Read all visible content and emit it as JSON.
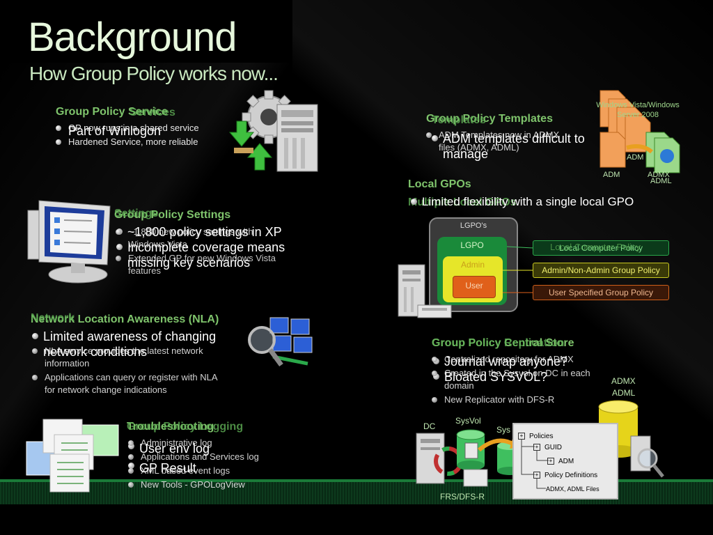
{
  "slide": {
    "title": "Background",
    "subtitle": "How Group Policy works now..."
  },
  "gp_service": {
    "heading": "Group Policy Service",
    "overlay_heading": "Services",
    "overlay_bullet": "Part of Winlogon",
    "bullets": [
      "GP now runs in a shared service",
      "Hardened Service, more reliable"
    ]
  },
  "gp_settings": {
    "heading": "Group Policy Settings",
    "overlay_heading": "Settings",
    "overlay_bullets": [
      "~1,800 policy settings in XP",
      "Incomplete coverage means missing key scenarios"
    ],
    "bullets": [
      "~1,800 new policy settings with Windows Vista",
      "Extended GP for new Windows Vista features"
    ]
  },
  "nla": {
    "heading": "Network Location Awareness (NLA)",
    "overlay_heading": "Network",
    "overlay_bullet": "Limited awareness of changing network conditions",
    "bullets": [
      "NLA service provides the latest network information",
      "Applications can query or register with NLA for network change indications"
    ]
  },
  "troubleshooting": {
    "heading": "Troubleshooting",
    "overlay_heading": "Group Policy Logging",
    "overlay_bullets": [
      "User env log",
      "GP Result"
    ],
    "bullets": [
      "Administrative log",
      "Applications and Services log",
      "XML based event logs",
      "New Tools - GPOLogView"
    ]
  },
  "gp_templates": {
    "heading": "Group Policy Templates",
    "overlay_heading": "Templates",
    "overlay_bullet": "ADM templates difficult to manage",
    "bullets": [
      "ADM Templates now in ADMX files (ADMX, ADML)"
    ],
    "diagram": {
      "header": "Windows Vista/Windows Server 2008",
      "labels": [
        "ADM",
        "ADMX",
        "ADML",
        "ADM"
      ]
    }
  },
  "local_gpos": {
    "heading": "Local GPOs",
    "overlay_heading": "Multiple Local GPOs",
    "overlay_bullet": "Limited flexibility with a single local GPO",
    "diagram": {
      "outer": "LGPO's",
      "lgpo": "LGPO",
      "admin": "Admin",
      "user": "User",
      "box1": "Local Computer Policy",
      "box1_overlay": "Local Computer Policy",
      "box2": "Admin/Non-Admin Group Policy",
      "box3": "User Specified Group Policy"
    }
  },
  "central_store": {
    "heading": "Group Policy Central Store",
    "overlay_heading": "Group Policy Replication",
    "overlay_bullets": [
      "Journal wrap anyone?",
      "Bloated SYSVOL?"
    ],
    "bullets": [
      "Centralized repository for ADMX",
      "Created in the Sysvol on DC in each domain",
      "New Replicator with DFS-R"
    ],
    "diagram": {
      "dc": "DC",
      "sysvol": "SysVol",
      "sysvol2": "Sys",
      "frs": "FRS/DFS-R",
      "admx": "ADMX",
      "adml": "ADML",
      "tree": [
        "Policies",
        "GUID",
        "ADM",
        "Policy Definitions",
        "ADMX, ADML Files"
      ]
    }
  },
  "colors": {
    "heading": "#7fc46c",
    "title": "#e6f7dc",
    "accent_green": "#1a7a38"
  }
}
